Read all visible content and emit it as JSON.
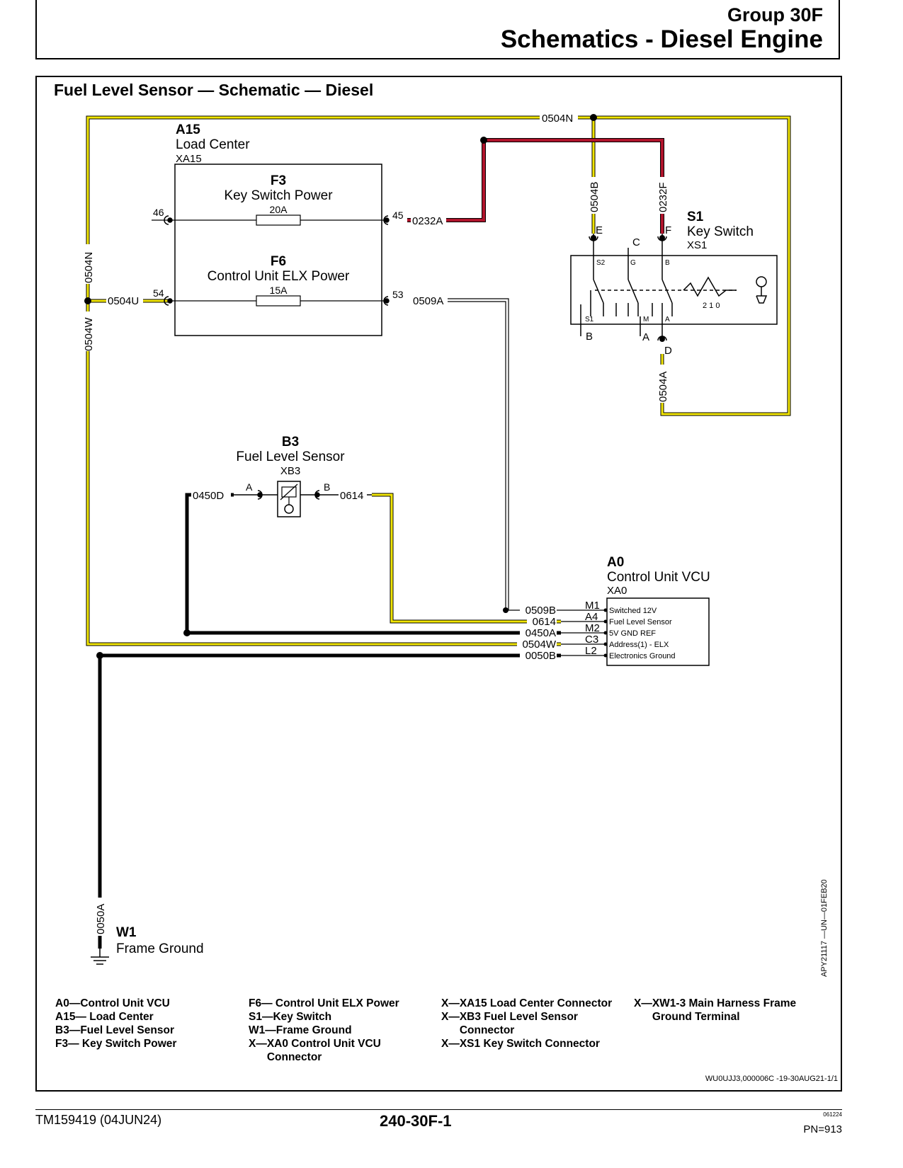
{
  "header": {
    "group": "Group 30F",
    "section": "Schematics - Diesel Engine"
  },
  "diagram": {
    "title": "Fuel Level Sensor — Schematic — Diesel",
    "figure_id": "APY21117 —UN—01FEB20",
    "ref_code": "WU0UJJ3,000006C -19-30AUG21-1/1",
    "components": {
      "a15": {
        "id": "A15",
        "name": "Load Center",
        "connector": "XA15"
      },
      "f3": {
        "id": "F3",
        "name": "Key Switch Power",
        "rating": "20A",
        "pin_in": "46",
        "pin_out": "45"
      },
      "f6": {
        "id": "F6",
        "name": "Control Unit ELX Power",
        "rating": "15A",
        "pin_in": "54",
        "pin_out": "53"
      },
      "s1": {
        "id": "S1",
        "name": "Key Switch",
        "connector": "XS1",
        "terminals": {
          "e": "E",
          "c": "C",
          "f": "F",
          "b": "B",
          "a": "A",
          "d": "D"
        },
        "inner": {
          "s2": "S2",
          "g": "G",
          "b": "B",
          "s1": "S1",
          "m": "M",
          "a": "A"
        },
        "positions": "2 1 0"
      },
      "b3": {
        "id": "B3",
        "name": "Fuel Level Sensor",
        "connector": "XB3",
        "pin_a": "A",
        "pin_b": "B"
      },
      "a0": {
        "id": "A0",
        "name": "Control Unit VCU",
        "connector": "XA0",
        "pins": [
          {
            "pin": "M1",
            "label": "Switched 12V",
            "wire": "0509B"
          },
          {
            "pin": "A4",
            "label": "Fuel Level Sensor",
            "wire": "0614"
          },
          {
            "pin": "M2",
            "label": "5V GND REF",
            "wire": "0450A"
          },
          {
            "pin": "C3",
            "label": "Address(1) - ELX",
            "wire": "0504W"
          },
          {
            "pin": "L2",
            "label": "Electronics Ground",
            "wire": "0050B"
          }
        ]
      },
      "w1": {
        "id": "W1",
        "name": "Frame Ground"
      }
    },
    "wires": {
      "w0504N": "0504N",
      "w0504N_v": "0504N",
      "w0504W_v": "0504W",
      "w0504U": "0504U",
      "w0232A": "0232A",
      "w0509A": "0509A",
      "w0504B": "0504B",
      "w0232F": "0232F",
      "w0504A": "0504A",
      "w0450D": "0450D",
      "w0614": "0614",
      "w0050A": "0050A"
    },
    "colors": {
      "yellow_wire": "#f2e600",
      "red_wire": "#b0142c",
      "black_wire": "#000000"
    }
  },
  "legend": {
    "col1": [
      "A0—Control Unit VCU",
      "A15— Load Center",
      "B3—Fuel Level Sensor",
      "F3— Key Switch Power"
    ],
    "col2": [
      "F6— Control Unit ELX Power",
      "S1—Key Switch",
      "W1—Frame Ground",
      "X—XA0 Control Unit VCU",
      "      Connector"
    ],
    "col3": [
      "X—XA15 Load Center Connector",
      "X—XB3 Fuel Level Sensor",
      "      Connector",
      "X—XS1 Key Switch Connector"
    ],
    "col4": [
      "X—XW1-3 Main Harness Frame",
      "      Ground Terminal"
    ]
  },
  "footer": {
    "manual": "TM159419 (04JUN24)",
    "page": "240-30F-1",
    "code": "061224",
    "pn": "PN=913"
  }
}
